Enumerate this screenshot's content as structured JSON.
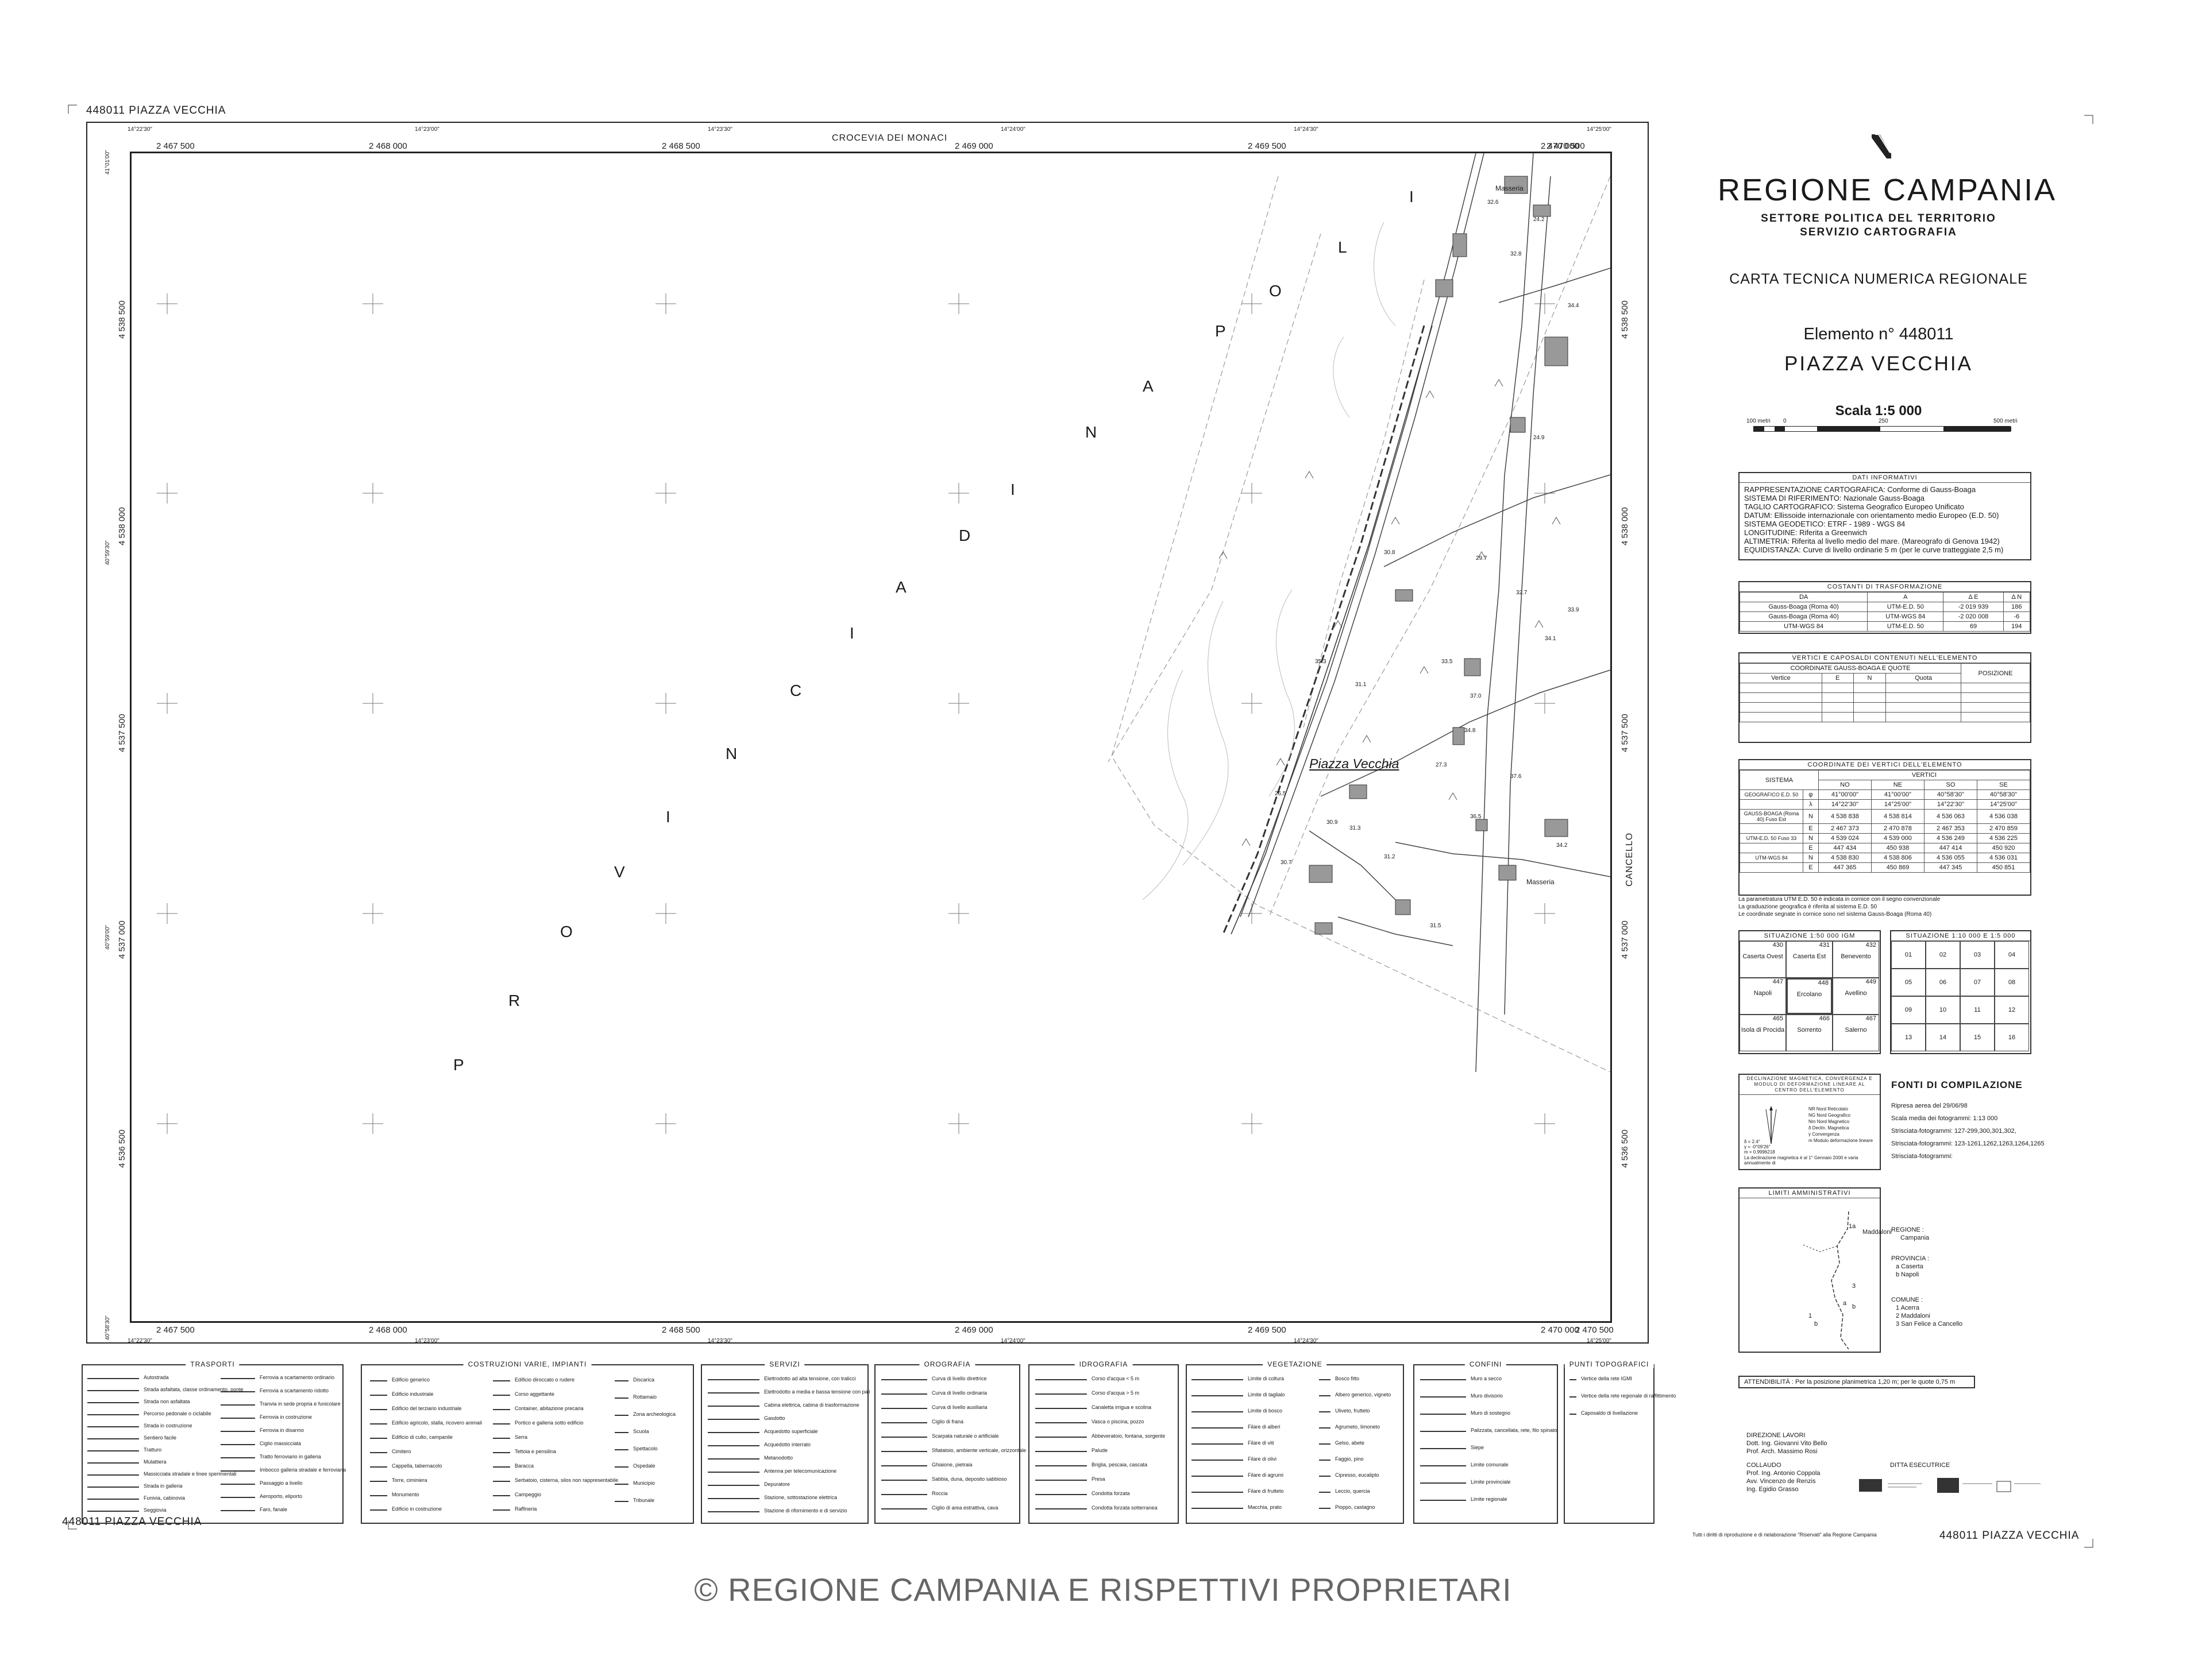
{
  "sheet": {
    "code_title_top": "448011  PIAZZA VECCHIA",
    "code_title_bottom": "448011  PIAZZA VECCHIA",
    "code_title_right": "448011  PIAZZA VECCHIA"
  },
  "map": {
    "top_e_labels": [
      "2 467 500",
      "2 468 000",
      "2 468 500",
      "2 469 000",
      "2 469 500",
      "2 470 000",
      "2 470 500"
    ],
    "bottom_e_labels": [
      "2 467 500",
      "2 468 000",
      "2 468 500",
      "2 469 000",
      "2 469 500",
      "2 470 000",
      "2 470 500"
    ],
    "left_n_labels": [
      "4 538 500",
      "4 538 000",
      "4 537 500",
      "4 537 000",
      "4 536 500"
    ],
    "right_n_labels": [
      "4 538 500",
      "4 538 000",
      "4 537 500",
      "4 537 000",
      "4 536 500"
    ],
    "geo_top": [
      "14°22'30\"",
      "14°23'00\"",
      "14°23'30\"",
      "14°24'00\"",
      "14°24'30\"",
      "14°25'00\""
    ],
    "geo_bottom": [
      "14°22'30\"",
      "14°23'00\"",
      "14°23'30\"",
      "14°24'00\"",
      "14°24'30\"",
      "14°25'00\""
    ],
    "geo_left": [
      "41°01'00\"",
      "40°59'30\"",
      "40°59'00\"",
      "40°58'30\""
    ],
    "crocevia": "CROCEVIA DEI MONACI",
    "cancello": "CANCELLO",
    "piazza_vecchia": "Piazza Vecchia",
    "masseria_top": "Masseria",
    "masseria_mid": "Masseria",
    "provincia_letters": [
      "P",
      "R",
      "O",
      "V",
      "I",
      "N",
      "C",
      "I",
      "A",
      "D",
      "I",
      "N",
      "A",
      "P",
      "O",
      "L",
      "I"
    ],
    "spot_heights": [
      "32.6",
      "24.2",
      "32.8",
      "34.4",
      "24.9",
      "30.8",
      "29.7",
      "32.7",
      "33.9",
      "34.1",
      "35.3",
      "31.1",
      "33.5",
      "37.0",
      "34.8",
      "26.5",
      "30.9",
      "31.3",
      "27.3",
      "30.7",
      "31.5",
      "36.5",
      "31.2",
      "37.6",
      "34.2"
    ]
  },
  "title_block": {
    "region": "REGIONE  CAMPANIA",
    "settore": "SETTORE POLITICA DEL TERRITORIO",
    "servizio": "SERVIZIO CARTOGRAFIA",
    "carta": "CARTA TECNICA NUMERICA REGIONALE",
    "elemento": "Elemento  n° 448011",
    "name": "PIAZZA VECCHIA",
    "scala": "Scala 1:5 000",
    "scale_labels": [
      "100 metri",
      "0",
      "250",
      "500 metri"
    ]
  },
  "dati": {
    "head": "DATI INFORMATIVI",
    "lines": [
      "RAPPRESENTAZIONE CARTOGRAFICA: Conforme di Gauss-Boaga",
      "SISTEMA DI RIFERIMENTO: Nazionale Gauss-Boaga",
      "TAGLIO CARTOGRAFICO: Sistema Geografico Europeo Unificato",
      "DATUM: Ellissoide internazionale con orientamento medio Europeo  (E.D. 50)",
      "SISTEMA GEODETICO: ETRF - 1989 - WGS 84",
      "LONGITUDINE: Riferita a Greenwich",
      "ALTIMETRIA: Riferita al livello medio del mare. (Mareografo di Genova 1942)",
      "EQUIDISTANZA: Curve di livello ordinarie 5 m (per le curve tratteggiate 2,5 m)"
    ]
  },
  "costanti": {
    "head": "COSTANTI DI TRASFORMAZIONE",
    "header": [
      "DA",
      "A",
      "Δ E",
      "Δ N"
    ],
    "rows": [
      [
        "Gauss-Boaga (Roma 40)",
        "UTM-E.D. 50",
        "-2 019 939",
        "186"
      ],
      [
        "Gauss-Boaga (Roma 40)",
        "UTM-WGS 84",
        "-2 020 008",
        "-6"
      ],
      [
        "UTM-WGS 84",
        "UTM-E.D. 50",
        "69",
        "194"
      ]
    ]
  },
  "vertici_caps": {
    "head": "VERTICI E CAPOSALDI CONTENUTI NELL'ELEMENTO",
    "sub": "COORDINATE GAUSS-BOAGA E QUOTE",
    "pos": "POSIZIONE",
    "cols": [
      "Vertice",
      "E",
      "N",
      "Quota"
    ]
  },
  "coord_vertici": {
    "head": "COORDINATE DEI VERTICI DELL'ELEMENTO",
    "sistema": "SISTEMA",
    "vertici": "VERTICI",
    "corners": [
      "NO",
      "NE",
      "SO",
      "SE"
    ],
    "rows": [
      [
        "GEOGRAFICO E.D. 50",
        "φ",
        "41°00'00\"",
        "41°00'00\"",
        "40°58'30\"",
        "40°58'30\""
      ],
      [
        "",
        "λ",
        "14°22'30\"",
        "14°25'00\"",
        "14°22'30\"",
        "14°25'00\""
      ],
      [
        "GAUSS-BOAGA (Roma 40) Fuso Est",
        "N",
        "4 538 838",
        "4 538 814",
        "4 536 063",
        "4 536 038"
      ],
      [
        "",
        "E",
        "2 467 373",
        "2 470 878",
        "2 467 353",
        "2 470 859"
      ],
      [
        "UTM-E.D. 50 Fuso 33",
        "N",
        "4 539 024",
        "4 539 000",
        "4 536 249",
        "4 536 225"
      ],
      [
        "",
        "E",
        "447 434",
        "450 938",
        "447 414",
        "450 920"
      ],
      [
        "UTM-WGS 84",
        "N",
        "4 538 830",
        "4 538 806",
        "4 536 055",
        "4 536 031"
      ],
      [
        "",
        "E",
        "447 365",
        "450 869",
        "447 345",
        "450 851"
      ]
    ],
    "notes": [
      "La parametratura UTM E.D. 50 è  indicata in cornice con il segno convenzionale",
      "La graduazione geografica è riferita al sistema E.D. 50",
      "Le coordinate segnate in cornice sono nel sistema Gauss-Boaga (Roma 40)"
    ]
  },
  "situazione_50": {
    "head": "SITUAZIONE 1:50 000 IGM",
    "cells": [
      {
        "num": "430",
        "name": "Caserta Ovest"
      },
      {
        "num": "431",
        "name": "Caserta Est"
      },
      {
        "num": "432",
        "name": "Benevento"
      },
      {
        "num": "447",
        "name": "Napoli"
      },
      {
        "num": "448",
        "name": "Ercolano"
      },
      {
        "num": "449",
        "name": "Avellino"
      },
      {
        "num": "465",
        "name": "Isola di Procida"
      },
      {
        "num": "466",
        "name": "Sorrento"
      },
      {
        "num": "467",
        "name": "Salerno"
      }
    ]
  },
  "situazione_10": {
    "head": "SITUAZIONE 1:10 000  E  1:5 000",
    "cells": [
      "01",
      "02",
      "03",
      "04",
      "05",
      "06",
      "07",
      "08",
      "09",
      "10",
      "11",
      "12",
      "13",
      "14",
      "15",
      "16"
    ]
  },
  "declinazione": {
    "head": "DECLINAZIONE MAGNETICA, CONVERGENZA E MODULO DI DEFORMAZIONE LINEARE AL CENTRO DELL'ELEMENTO",
    "legend": [
      "NR  Nord Reticolato",
      "NG  Nord Geografico",
      "Nm  Nord Magnetico",
      "δ   Declin. Magnetica",
      "γ   Convergenza",
      "m   Modulo deformazione lineare"
    ],
    "values": [
      "δ = 2.4°",
      "γ = -0°09'26\"",
      "m = 0.9996218"
    ],
    "note": "La declinazione magnetica è al 1° Gennaio 2000 e varia annualmente di"
  },
  "fonti": {
    "title": "FONTI  DI  COMPILAZIONE",
    "lines": [
      "Ripresa aerea del 29/06/98",
      "Scala media dei fotogrammi: 1:13 000",
      "Strisciata-fotogrammi: 127-299,300,301,302,",
      "Strisciata-fotogrammi: 123-1261,1262,1263,1264,1265",
      "Strisciata-fotogrammi:"
    ]
  },
  "admin": {
    "head": "LIMITI AMMINISTRATIVI",
    "regione_label": "REGIONE :",
    "regione": "Campania",
    "provincia_label": "PROVINCIA :",
    "province": [
      "a  Caserta",
      "b  Napoli"
    ],
    "comune_label": "COMUNE :",
    "comuni": [
      "1  Acerra",
      "2  Maddaloni",
      "3  San Felice a Cancello"
    ],
    "map_marks": [
      "1a",
      "Maddaloni",
      "3",
      "a",
      "b",
      "1",
      "b"
    ]
  },
  "attendibilita": "ATTENDIBILITÀ : Per la posizione planimetrica 1,20 m; per le quote 0,75 m",
  "credits": {
    "direzione_label": "DIREZIONE LAVORI",
    "direzione": [
      "Dott. Ing. Giovanni Vito Bello",
      "Prof. Arch. Massimo Rosi"
    ],
    "collaudo_label": "COLLAUDO",
    "collaudo": [
      "Prof. Ing. Antonio Coppola",
      "Avv. Vincenzo de Renzis",
      "Ing. Egidio Grasso"
    ],
    "ditta_label": "DITTA ESECUTRICE",
    "rights": "Tutti i diritti di riproduzione e di rielaborazione \"Riservati\" alla Regione Campania"
  },
  "legend": {
    "trasporti": {
      "head": "TRASPORTI",
      "left": [
        "Autostrada",
        "Strada asfaltata, classe ordinamento, ponte",
        "Strada non asfaltata",
        "Percorso pedonale o ciclabile",
        "Strada in costruzione",
        "Sentiero facile",
        "Tratturo",
        "Mulattiera",
        "Massicciata stradale e linee sperimentali",
        "Strada in galleria",
        "Funivia, cabinovia",
        "Seggiovia"
      ],
      "right": [
        "Ferrovia a scartamento ordinario",
        "Ferrovia a scartamento ridotto",
        "Tranvia in sede propria e funicolare",
        "Ferrovia in costruzione",
        "Ferrovia in disarmo",
        "Ciglio massicciata",
        "Tratto ferroviario in galleria",
        "Imbocco galleria stradale e ferroviaria",
        "Passaggio a livello",
        "Aeroporto, eliporto",
        "Faro, fanale"
      ]
    },
    "costruzioni": {
      "head": "COSTRUZIONI VARIE, IMPIANTI",
      "col1": [
        "Edificio generico",
        "Edificio industriale",
        "Edificio del terziario industriale",
        "Edificio agricolo, stalla, ricovero animali",
        "Edificio di culto, campanile",
        "Cimitero",
        "Cappella, tabernacolo",
        "Torre, ciminiera",
        "Monumento",
        "Edificio in costruzione"
      ],
      "col2": [
        "Edificio diroccato o rudere",
        "Corso aggettante",
        "Container, abitazione precaria",
        "Portico e galleria sotto edificio",
        "Serra",
        "Tettoia e pensilina",
        "Baracca",
        "Serbatoio, cisterna, silos non rappresentabile",
        "Campeggio",
        "Raffineria"
      ],
      "col3": [
        "Discarica",
        "Rottamaio",
        "Zona archeologica",
        "Scuola",
        "Spettacolo",
        "Ospedale",
        "Municipio",
        "Tribunale"
      ]
    },
    "servizi": {
      "head": "SERVIZI",
      "items": [
        "Elettrodotto ad alta tensione, con tralicci",
        "Elettrodotto a media e bassa tensione con pali",
        "Cabina elettrica, cabina di trasformazione",
        "Gasdotto",
        "Acquedotto superficiale",
        "Acquedotto interrato",
        "Metanodotto",
        "Antenna per telecomunicazione",
        "Depuratore",
        "Stazione, sottostazione elettrica",
        "Stazione di rifornimento e di servizio"
      ]
    },
    "orografia": {
      "head": "OROGRAFIA",
      "items": [
        "Curva di livello direttrice",
        "Curva di livello ordinaria",
        "Curva di livello ausiliaria",
        "Ciglio di frana",
        "Scarpata naturale o artificiale",
        "Sfiatatoio, ambiente verticale, orizzontale",
        "Ghiaione, pietraia",
        "Sabbia, duna, deposito sabbioso",
        "Roccia",
        "Ciglio di area estrattiva, cava"
      ]
    },
    "idrografia": {
      "head": "IDROGRAFIA",
      "items": [
        "Corso d'acqua < 5 m",
        "Corso d'acqua > 5 m",
        "Canaletta irrigua e scolina",
        "Vasca o piscina, pozzo",
        "Abbeveratoio, fontana, sorgente",
        "Palude",
        "Briglia, pescaia, cascata",
        "Presa",
        "Condotta forzata",
        "Condotta forzata sotterranea"
      ]
    },
    "vegetazione": {
      "head": "VEGETAZIONE",
      "left": [
        "Limite di coltura",
        "Limite di taglialo",
        "Limite di bosco",
        "Filare di alberi",
        "Filare di viti",
        "Filare di olivi",
        "Filare di agrumi",
        "Filare di frutteto",
        "Macchia, prato"
      ],
      "right": [
        "Bosco fitto",
        "Albero generico, vigneto",
        "Uliveto, frutteto",
        "Agrumeto, limoneto",
        "Gelso, abete",
        "Faggio, pino",
        "Cipresso, eucalipto",
        "Leccio, quercia",
        "Pioppo, castagno"
      ]
    },
    "confini": {
      "head": "CONFINI",
      "items": [
        "Muro a secco",
        "Muro divisorio",
        "Muro di sostegno",
        "Palizzata, cancellata, rete, filo spinato",
        "Siepe",
        "Limite comunale",
        "Limite provinciale",
        "Limite regionale"
      ]
    },
    "punti": {
      "head": "PUNTI TOPOGRAFICI",
      "items": [
        "Vertice della rete IGMI",
        "Vertice della rete regionale di raffittimento",
        "Caposaldo di livellazione"
      ]
    }
  },
  "copyright": "© REGIONE CAMPANIA E RISPETTIVI PROPRIETARI"
}
